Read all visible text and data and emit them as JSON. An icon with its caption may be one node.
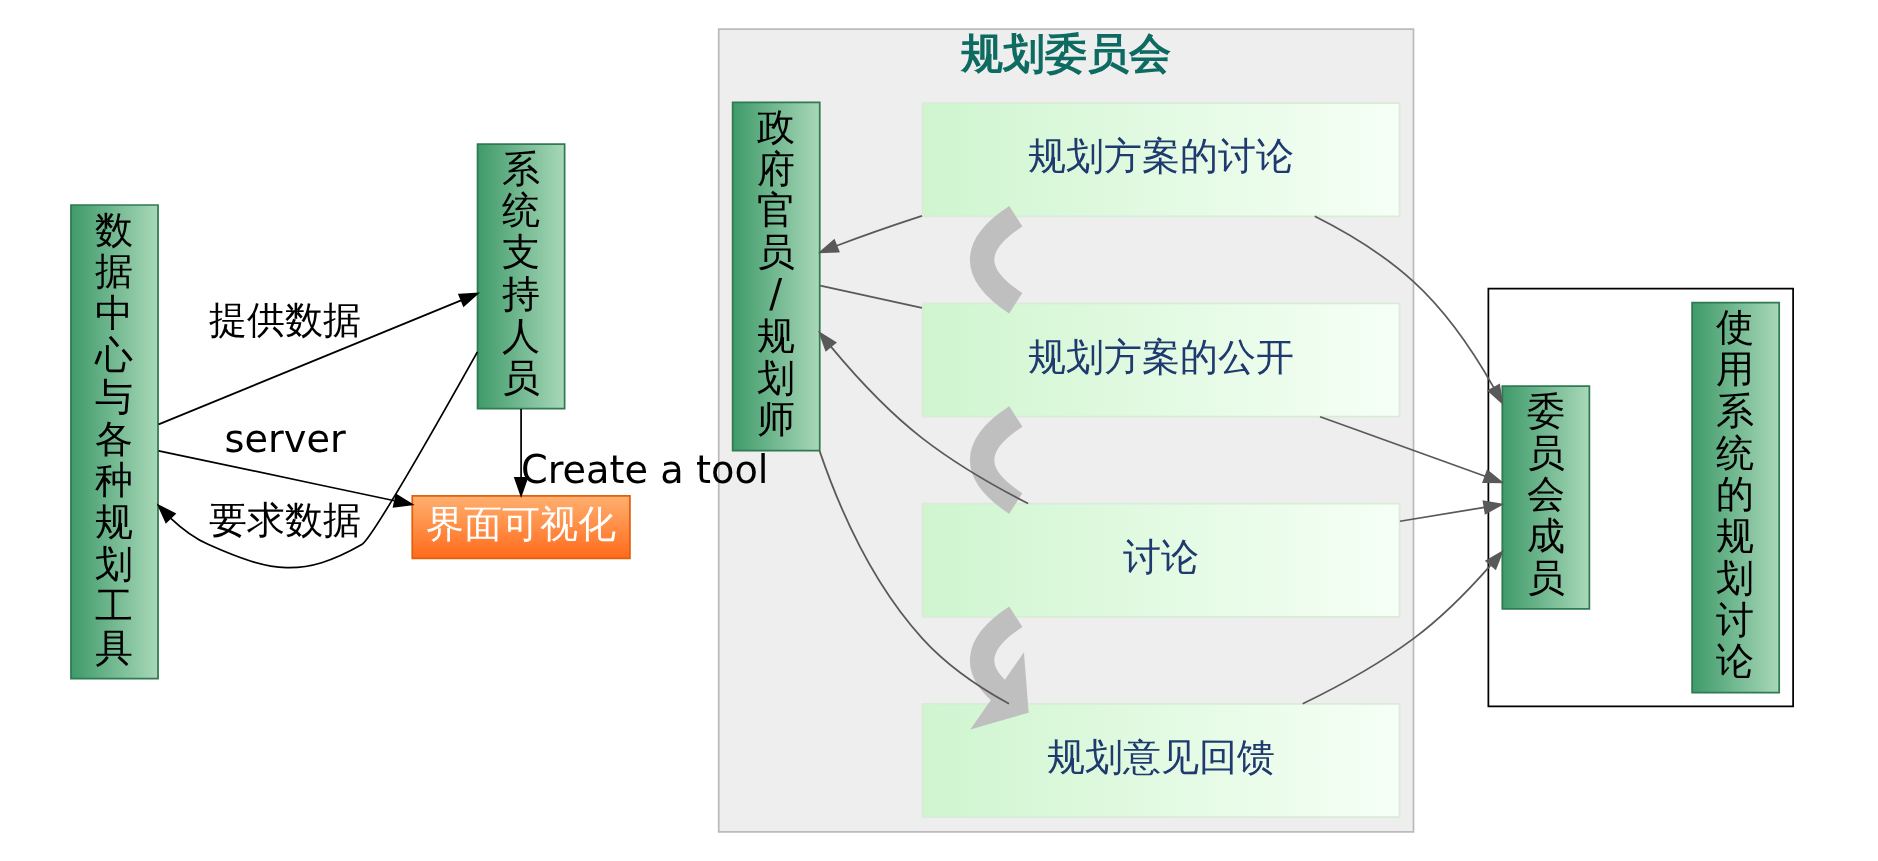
{
  "diagram": {
    "nodes": [
      {
        "text": [
          "数据中心与各种规划工具"
        ]
      },
      {
        "text": [
          "界面可视化"
        ]
      },
      {
        "text": [
          "规划委员会"
        ]
      },
      {
        "text": [
          "系统支持人员"
        ]
      },
      {
        "text": [
          "政府官员/规划师"
        ],
        "in": 2
      },
      {
        "text": [
          "规划方案的讨论"
        ],
        "in": 2
      },
      {
        "text": [
          "规划方案的公开"
        ],
        "in": 2
      },
      {
        "text": [
          "讨论"
        ],
        "in": 2
      },
      {
        "text": [
          "规划意见回馈"
        ],
        "in": 2
      },
      {
        "text": [],
        "shape": "box"
      },
      {
        "text": [
          "委员会成员"
        ],
        "in": 9
      },
      {
        "text": [
          "使用系统的规划讨论"
        ],
        "in": 9
      }
    ],
    "edges": [
      {
        "from": 0,
        "to": 1,
        "arrow": "to",
        "label": "server",
        "color": "#000000"
      },
      {
        "from": 3,
        "to": 1,
        "arrow": "to",
        "label": "Create a tool",
        "color": "#000000"
      },
      {
        "from": 3,
        "to": 0,
        "arrow": "to",
        "label": "要求数据",
        "color": "#000000"
      },
      {
        "from": 0,
        "to": 3,
        "arrow": "to",
        "label": "提供数据",
        "color": "#000000"
      },
      {
        "from": 5,
        "to": 4,
        "arrow": "to"
      },
      {
        "from": 6,
        "to": 4,
        "arrow": "none"
      },
      {
        "from": 7,
        "to": 4,
        "arrow": "to"
      },
      {
        "from": 8,
        "to": 4,
        "arrow": "none"
      },
      {
        "from": 5,
        "to": 10,
        "arrow": "to"
      },
      {
        "from": 6,
        "to": 10,
        "arrow": "to"
      },
      {
        "from": 7,
        "to": 10,
        "arrow": "to"
      },
      {
        "from": 8,
        "to": 10,
        "arrow": "to"
      },
      {
        "from": 5,
        "to": 6,
        "arrow": "none",
        "style": "thick",
        "color": "#bfbfbf"
      },
      {
        "from": 6,
        "to": 7,
        "arrow": "none",
        "style": "thick",
        "color": "#bfbfbf"
      },
      {
        "from": 7,
        "to": 8,
        "arrow": "to",
        "style": "thick",
        "color": "#bfbfbf"
      }
    ]
  }
}
